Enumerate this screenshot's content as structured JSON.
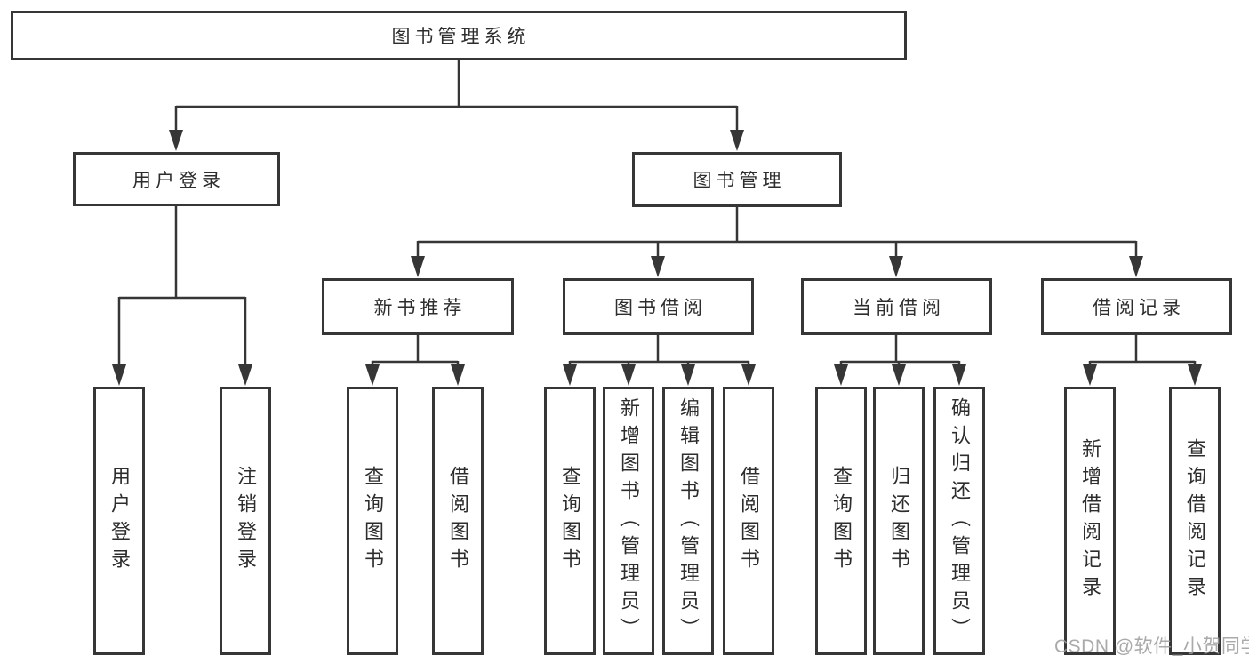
{
  "colors": {
    "line": "#363636",
    "box_border": "#363636",
    "box_fill": "#ffffff",
    "text": "#2d2d2d",
    "watermark": "#9c9c9c"
  },
  "watermark": {
    "text": "CSDN @软件_小贺同学"
  },
  "nodes": {
    "root": {
      "label": "图书管理系统"
    },
    "level2": [
      {
        "label": "用户登录"
      },
      {
        "label": "图书管理"
      }
    ],
    "level3": [
      {
        "label": "新书推荐",
        "parent": "图书管理"
      },
      {
        "label": "图书借阅",
        "parent": "图书管理"
      },
      {
        "label": "当前借阅",
        "parent": "图书管理"
      },
      {
        "label": "借阅记录",
        "parent": "图书管理"
      }
    ],
    "leaves": [
      {
        "label": "用户登录",
        "parent": "用户登录"
      },
      {
        "label": "注销登录",
        "parent": "用户登录"
      },
      {
        "label": "查询图书",
        "parent": "新书推荐"
      },
      {
        "label": "借阅图书",
        "parent": "新书推荐"
      },
      {
        "label": "查询图书",
        "parent": "图书借阅"
      },
      {
        "label": "新增图书（管理员）",
        "parent": "图书借阅"
      },
      {
        "label": "编辑图书（管理员）",
        "parent": "图书借阅"
      },
      {
        "label": "借阅图书",
        "parent": "图书借阅"
      },
      {
        "label": "查询图书",
        "parent": "当前借阅"
      },
      {
        "label": "归还图书",
        "parent": "当前借阅"
      },
      {
        "label": "确认归还（管理员）",
        "parent": "当前借阅"
      },
      {
        "label": "新增借阅记录",
        "parent": "借阅记录"
      },
      {
        "label": "查询借阅记录",
        "parent": "借阅记录"
      }
    ]
  }
}
